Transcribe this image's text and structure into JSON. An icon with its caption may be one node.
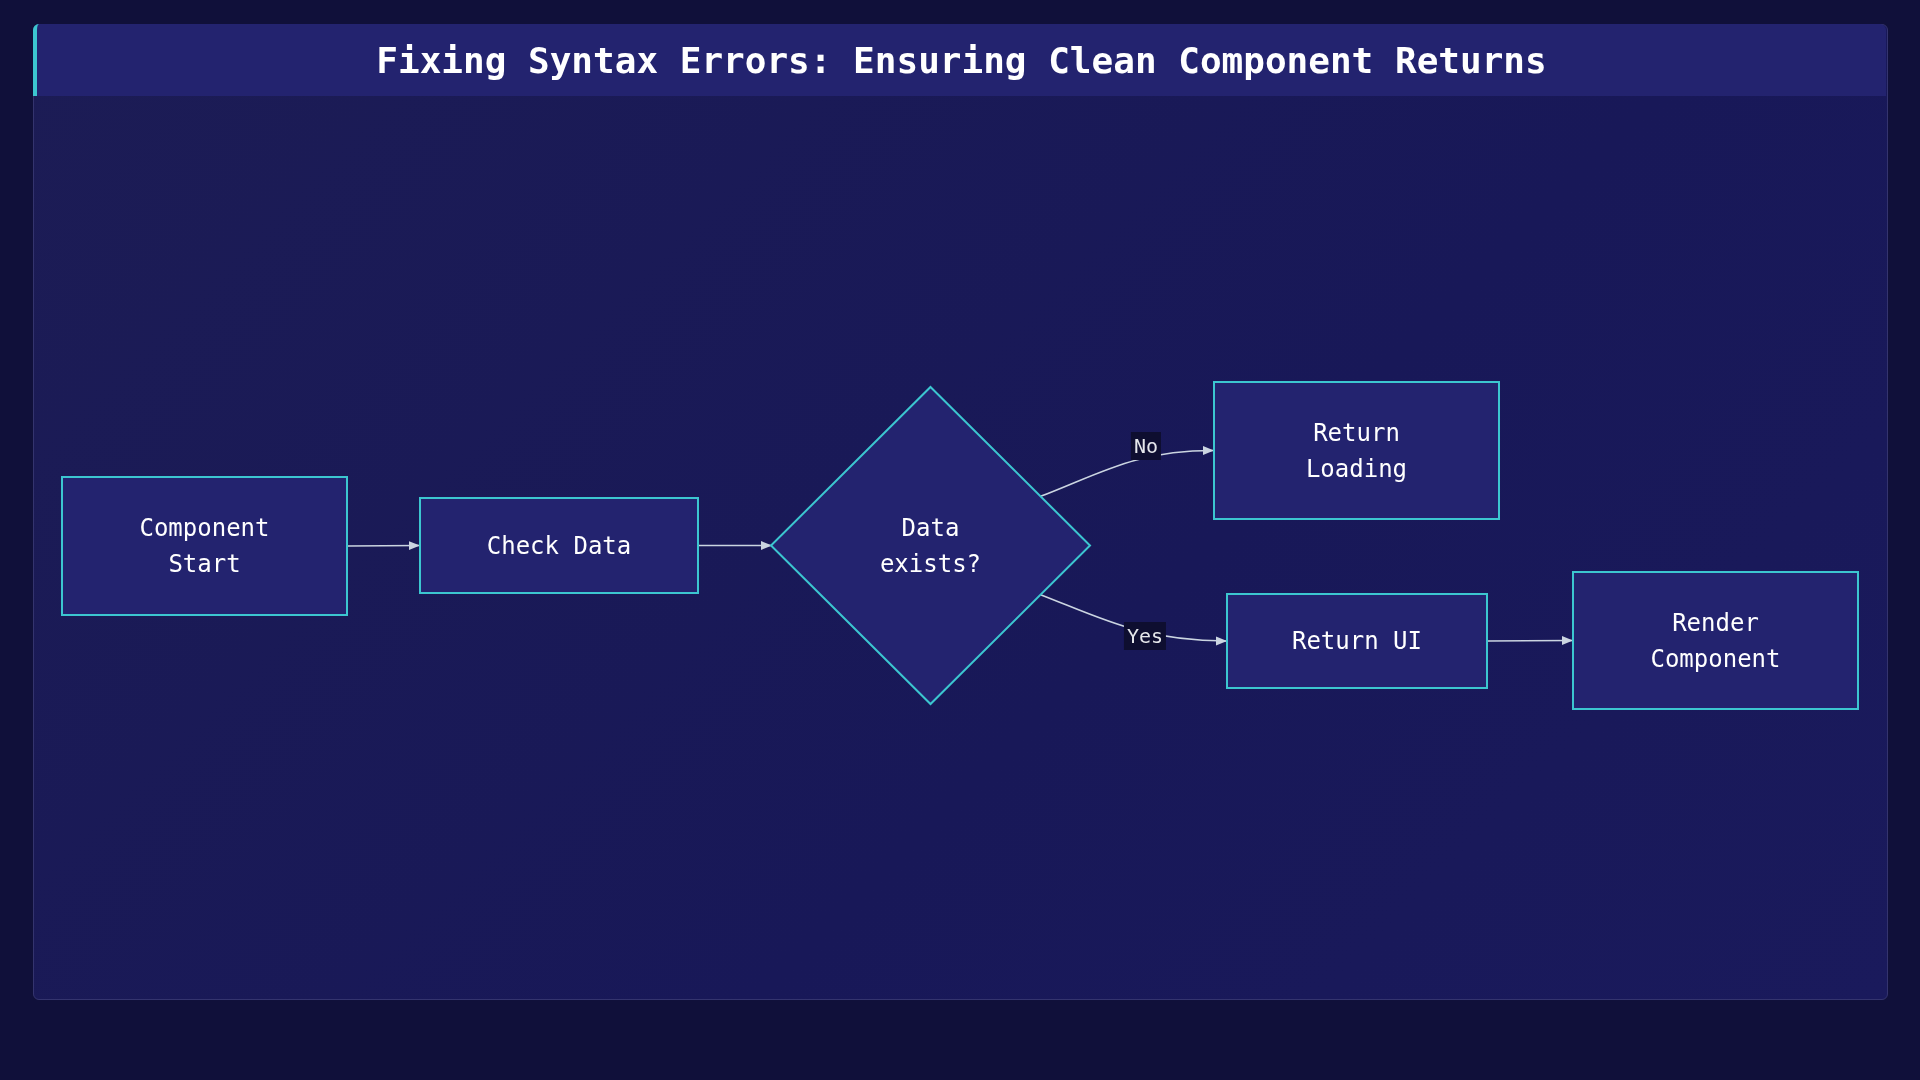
{
  "diagram": {
    "title": "Fixing Syntax Errors: Ensuring Clean Component Returns",
    "nodes": [
      {
        "text": [
          "Component Start"
        ]
      },
      {
        "text": [
          "Check Data"
        ]
      },
      {
        "text": [
          "Data exists?"
        ]
      },
      {
        "text": [
          "Return Loading"
        ]
      },
      {
        "text": [
          "Return UI"
        ]
      },
      {
        "text": [
          "Render Component"
        ]
      }
    ],
    "edges": [
      {
        "from": 0,
        "to": 1,
        "arrow": "to"
      },
      {
        "from": 1,
        "to": 2,
        "arrow": "to"
      },
      {
        "from": 2,
        "to": 3,
        "arrow": "to",
        "label": "No"
      },
      {
        "from": 2,
        "to": 4,
        "arrow": "to",
        "label": "Yes"
      },
      {
        "from": 4,
        "to": 5,
        "arrow": "to"
      }
    ]
  }
}
